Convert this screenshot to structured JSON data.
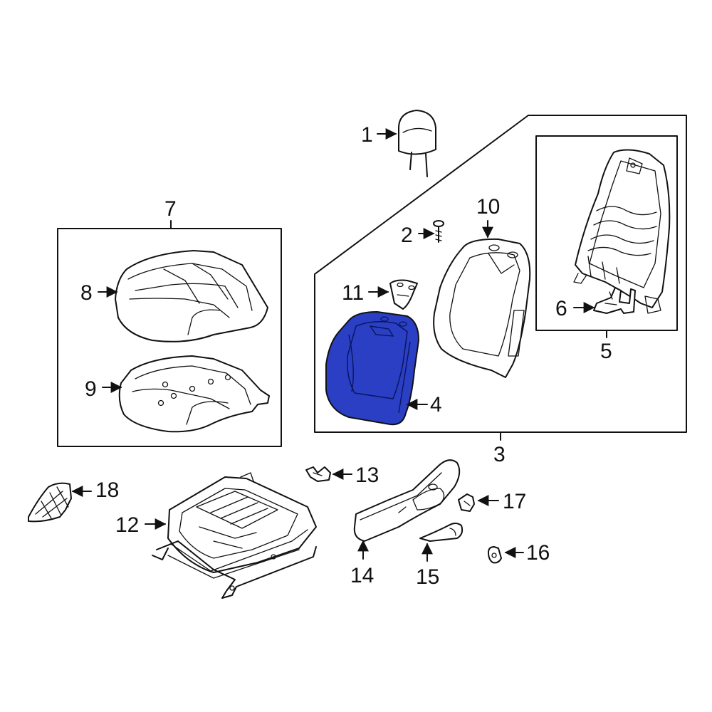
{
  "diagram": {
    "highlight_color": "#2a3fc4",
    "outline_color": "#111111",
    "callouts": {
      "c1": "1",
      "c2": "2",
      "c3": "3",
      "c4": "4",
      "c5": "5",
      "c6": "6",
      "c7": "7",
      "c8": "8",
      "c9": "9",
      "c10": "10",
      "c11": "11",
      "c12": "12",
      "c13": "13",
      "c14": "14",
      "c15": "15",
      "c16": "16",
      "c17": "17",
      "c18": "18"
    }
  }
}
